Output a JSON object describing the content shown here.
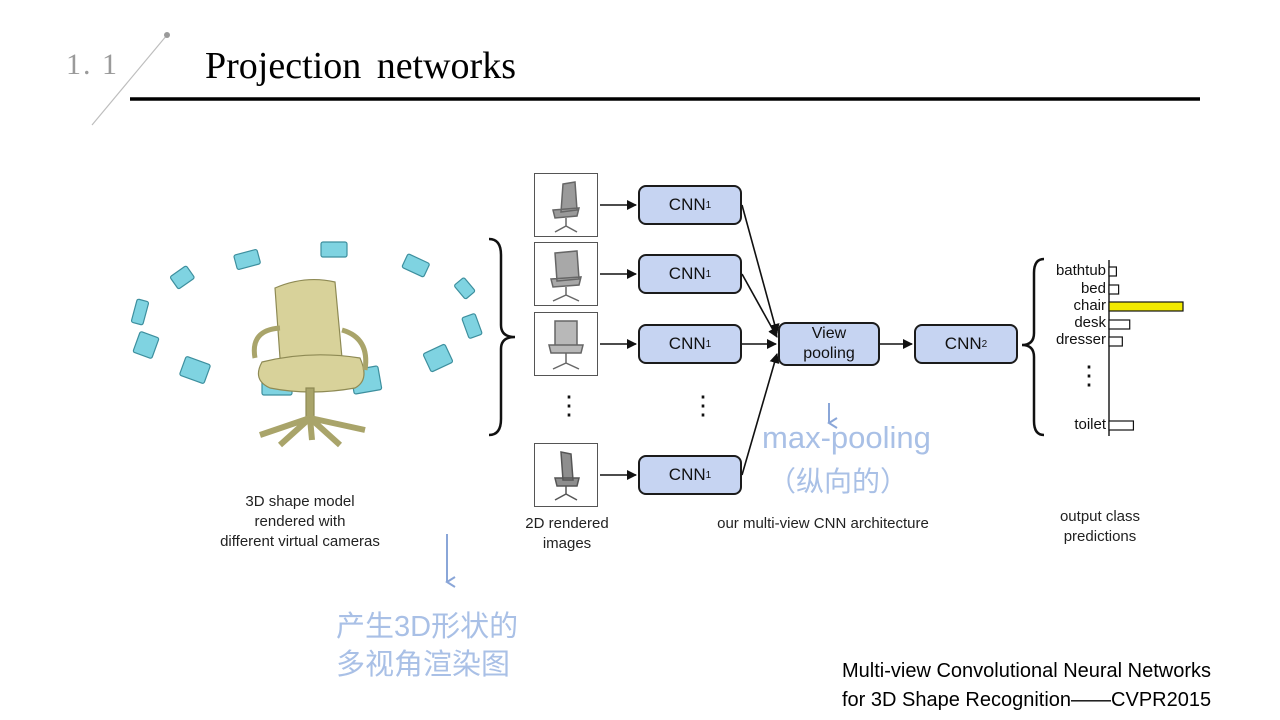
{
  "header": {
    "section_number": "1. 1",
    "title": "Projection networks"
  },
  "diagram": {
    "left_caption": [
      "3D shape model",
      "rendered with",
      "different virtual cameras"
    ],
    "views_caption": [
      "2D rendered",
      "images"
    ],
    "arch_caption": "our multi-view CNN architecture",
    "output_caption": [
      "output class",
      "predictions"
    ],
    "cnn1_label": "CNN",
    "cnn1_sub": "1",
    "cnn2_label": "CNN",
    "cnn2_sub": "2",
    "view_pooling_label": [
      "View",
      "pooling"
    ],
    "ellipsis": "⋮",
    "classes": [
      {
        "name": "bathtub",
        "score": 0.1
      },
      {
        "name": "bed",
        "score": 0.13
      },
      {
        "name": "chair",
        "score": 1.0
      },
      {
        "name": "desk",
        "score": 0.28
      },
      {
        "name": "dresser",
        "score": 0.18
      },
      {
        "name": "toilet",
        "score": 0.33
      }
    ],
    "highlight_color": "#f2ea00",
    "box_fill_color": "#c6d4f2"
  },
  "annotations": {
    "max_pooling": "max-pooling",
    "max_pooling_cn": "（纵向的）",
    "render_cn_line1": "产生3D形状的",
    "render_cn_line2": "多视角渲染图"
  },
  "citation": {
    "line1": "Multi-view Convolutional Neural Networks",
    "line2": "for 3D Shape Recognition——CVPR2015"
  }
}
